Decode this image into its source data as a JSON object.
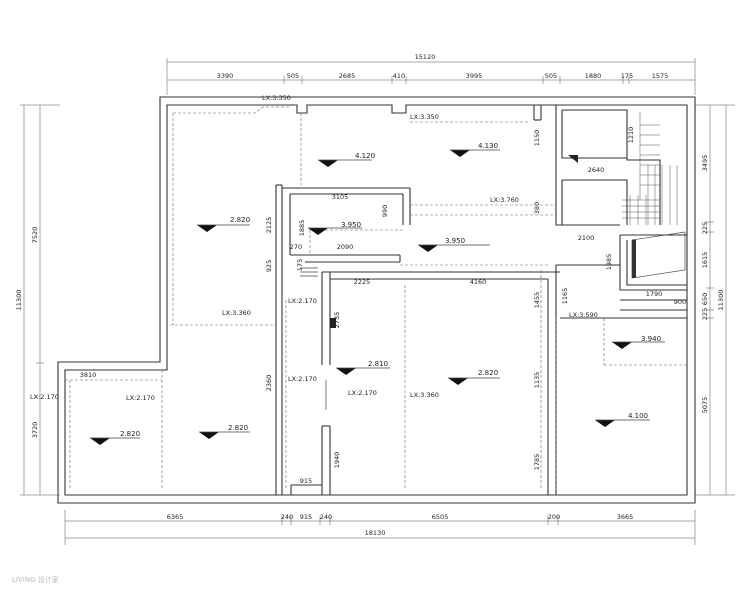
{
  "plan": {
    "top_total": "15120",
    "top_dims": [
      "3390",
      "505",
      "2685",
      "410",
      "3995",
      "505",
      "1880",
      "175",
      "1575"
    ],
    "bottom_total": "18130",
    "bottom_dims": [
      "6365",
      "240",
      "915",
      "240",
      "6505",
      "200",
      "3665"
    ],
    "left_dims": [
      "7520",
      "3720"
    ],
    "left_total": "11300",
    "right_dims": [
      "3495",
      "225",
      "1615",
      "650",
      "225",
      "5075"
    ],
    "right_total": "11300",
    "levels": [
      "4.120",
      "4.130",
      "2.820",
      "3.950",
      "3.950",
      "2.810",
      "2.820",
      "2.820",
      "2.820",
      "3.940",
      "4.100"
    ],
    "lx_labels": [
      "LX:3.350",
      "LX:3.350",
      "LX:3.760",
      "LX:3.360",
      "LX:2.170",
      "LX:2.170",
      "LX:2.170",
      "LX:2.170",
      "LX:2.170",
      "LX:3.360",
      "LX:3.590"
    ],
    "inner_dims": [
      "3105",
      "2090",
      "1885",
      "990",
      "270",
      "1150",
      "2125",
      "925",
      "380",
      "175",
      "2225",
      "4160",
      "2735",
      "1455",
      "1165",
      "2640",
      "2100",
      "1985",
      "1790",
      "900",
      "915",
      "1940",
      "3810",
      "2360",
      "1135",
      "1785",
      "1210"
    ],
    "watermark": "LIVING 设计家"
  }
}
